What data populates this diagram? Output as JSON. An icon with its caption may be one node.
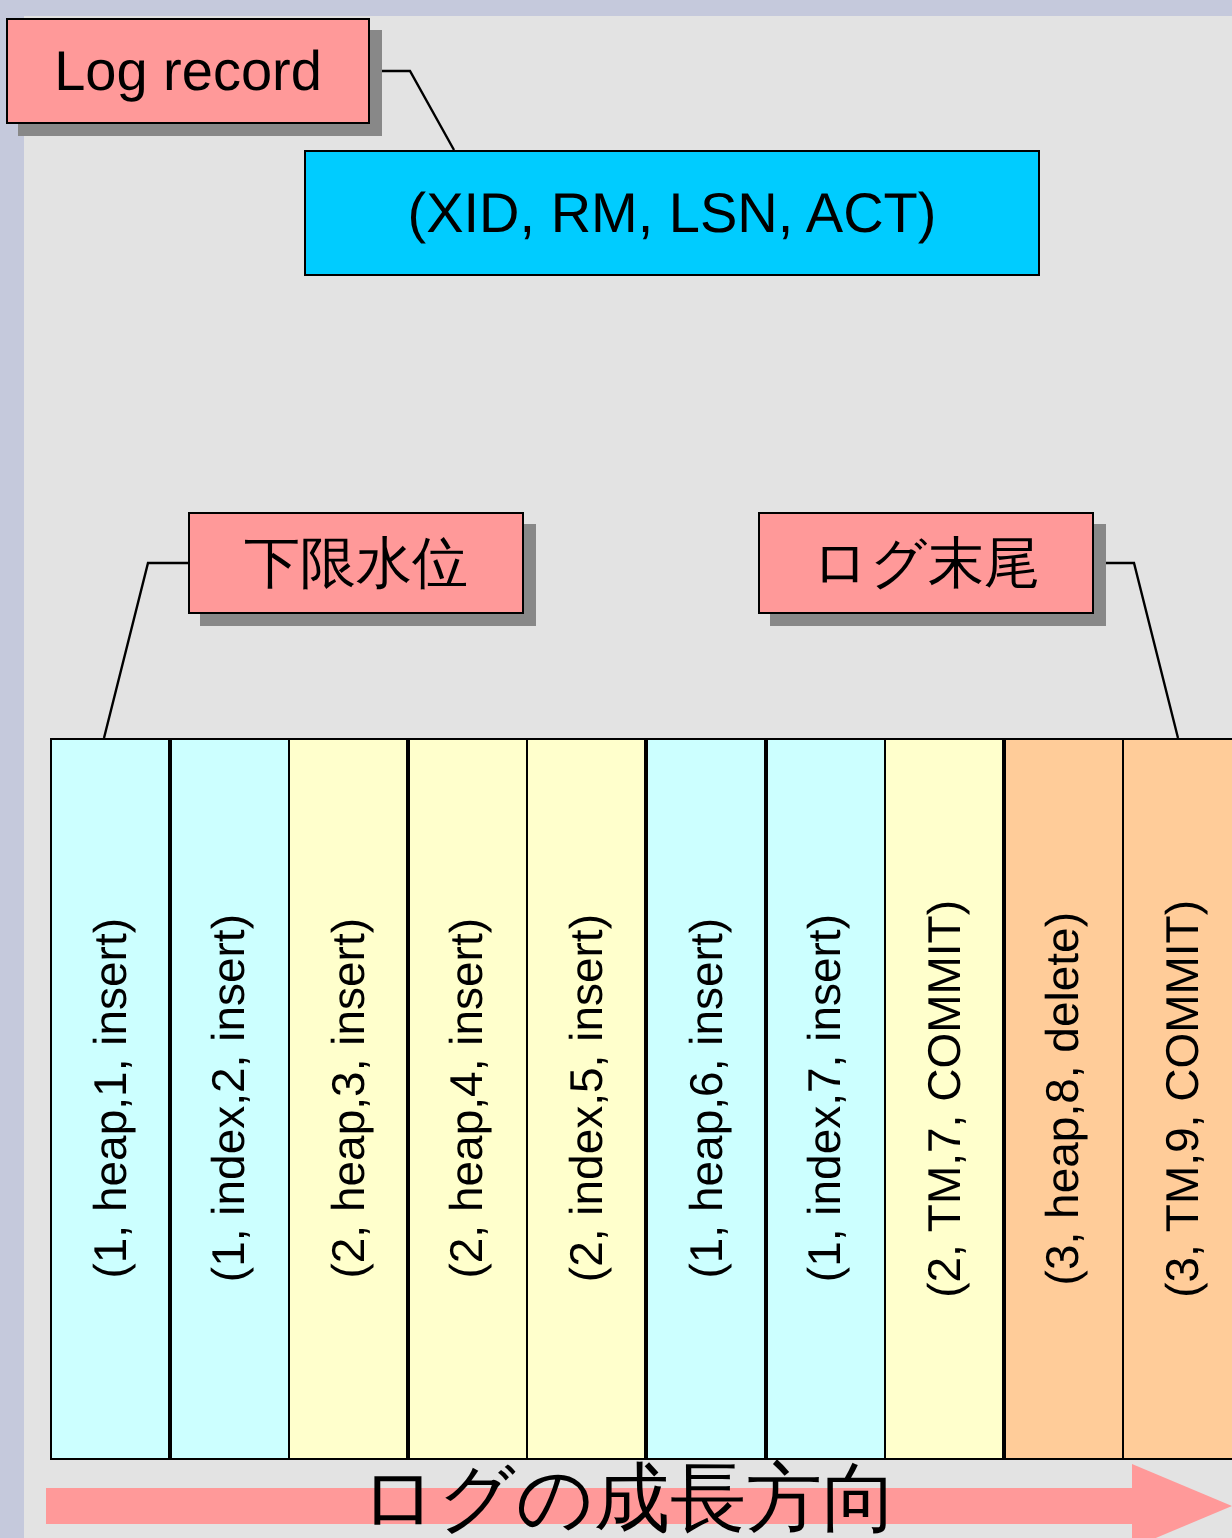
{
  "diagram": {
    "nodes": [
      {
        "text": [
          "Log record"
        ]
      },
      {
        "text": [
          "(XID, RM, LSN, ACT)"
        ]
      },
      {
        "text": [
          "下限水位"
        ]
      },
      {
        "text": [
          "ログ末尾"
        ]
      },
      {
        "text": [
          "(1, heap,1, insert)"
        ]
      },
      {
        "text": [
          "(1, index,2, insert)"
        ]
      },
      {
        "text": [
          "(2, heap,3, insert)"
        ]
      },
      {
        "text": [
          "(2, heap,4, insert)"
        ]
      },
      {
        "text": [
          "(2, index,5, insert)"
        ]
      },
      {
        "text": [
          "(1, heap,6, insert)"
        ]
      },
      {
        "text": [
          "(1, index,7, insert)"
        ]
      },
      {
        "text": [
          "(2, TM,7, COMMIT)"
        ]
      },
      {
        "text": [
          "(3, heap,8, delete)"
        ]
      },
      {
        "text": [
          "(3, TM,9, COMMIT)"
        ]
      }
    ],
    "edges": [
      {
        "from": 0,
        "to": 1,
        "arrow": "none"
      },
      {
        "from": 2,
        "to": 4,
        "arrow": "none"
      },
      {
        "from": 3,
        "to": 13,
        "arrow": "none"
      }
    ],
    "labels": [
      "ログの成長方向"
    ]
  }
}
